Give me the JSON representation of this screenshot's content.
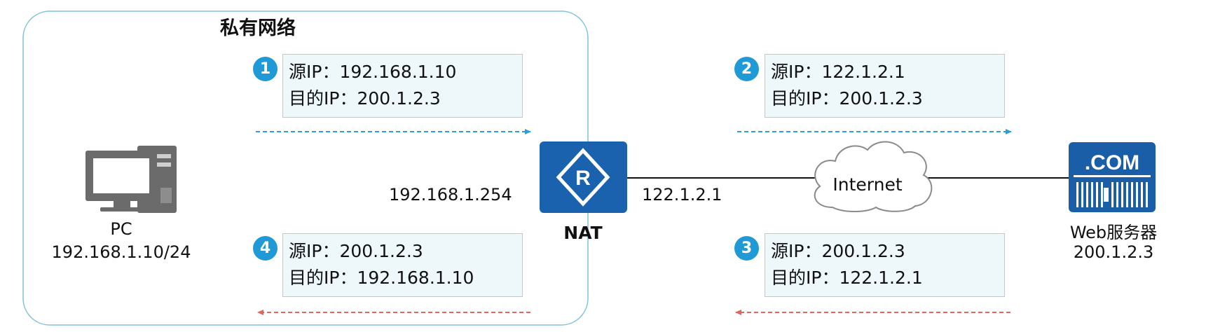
{
  "private_network": {
    "title": "私有网络"
  },
  "packets": [
    {
      "step": "1",
      "src_label": "源IP：",
      "src_ip": "192.168.1.10",
      "dst_label": "目的IP：",
      "dst_ip": "200.1.2.3"
    },
    {
      "step": "2",
      "src_label": "源IP：",
      "src_ip": "122.1.2.1",
      "dst_label": "目的IP：",
      "dst_ip": "200.1.2.3"
    },
    {
      "step": "3",
      "src_label": "源IP：",
      "src_ip": "200.1.2.3",
      "dst_label": "目的IP：",
      "dst_ip": "122.1.2.1"
    },
    {
      "step": "4",
      "src_label": "源IP：",
      "src_ip": "200.1.2.3",
      "dst_label": "目的IP：",
      "dst_ip": "192.168.1.10"
    }
  ],
  "pc": {
    "name": "PC",
    "ip": "192.168.1.10/24",
    "icon": "desktop-computer-icon"
  },
  "router": {
    "name": "NAT",
    "inside_ip": "192.168.1.254",
    "outside_ip": "122.1.2.1",
    "glyph": "R",
    "icon": "router-icon"
  },
  "internet": {
    "label": "Internet",
    "icon": "cloud-icon"
  },
  "server": {
    "name": "Web服务器",
    "ip": "200.1.2.3",
    "badge_text": ".COM",
    "icon": "web-server-icon"
  },
  "colors": {
    "badge": "#1f9ad6",
    "outbound_arrow": "#2a9fd8",
    "return_arrow": "#e0675f",
    "router": "#1a62ad",
    "server": "#1b5ea8",
    "box_fill": "#eef8fb",
    "box_border": "#a8d2df",
    "icon_gray": "#6b6b6b"
  }
}
